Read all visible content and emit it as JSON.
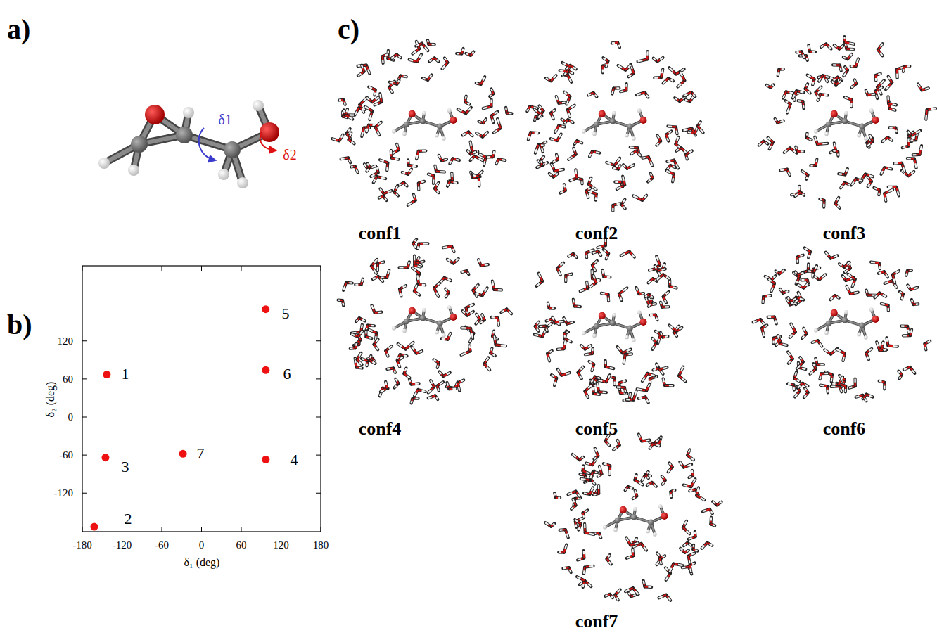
{
  "diagram": {
    "labels": [
      "a)",
      "δ1",
      "δ2",
      "b)",
      "120",
      "60",
      "0",
      "-60",
      "-120",
      "-180",
      "-120",
      "-60",
      "0",
      "60",
      "120",
      "180",
      "δ₂ (deg)",
      "δ₁ (deg)",
      "1",
      "2",
      "3",
      "4",
      "5",
      "6",
      "7",
      "c)",
      "conf1",
      "conf2",
      "conf3",
      "conf4",
      "conf5",
      "conf6",
      "conf7"
    ]
  }
}
